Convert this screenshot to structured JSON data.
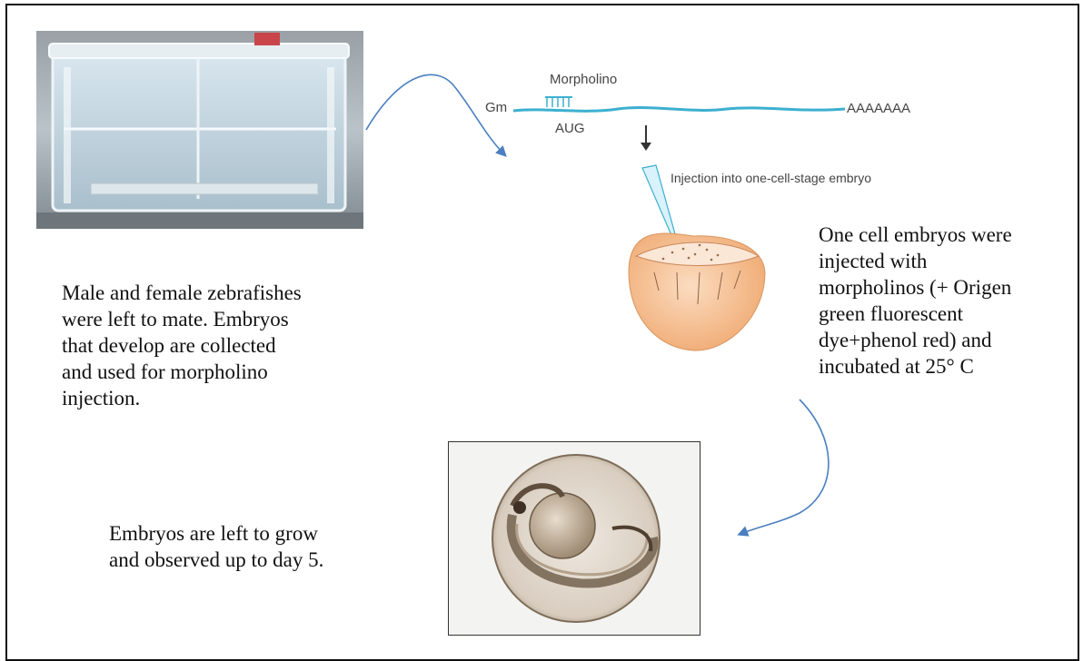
{
  "labels": {
    "morpholino": "Morpholino",
    "cap": "Gm",
    "poly_a": "AAAAAAA",
    "aug": "AUG",
    "injection": "Injection into one-cell-stage embryo"
  },
  "texts": {
    "mating": "Male and female zebrafishes\nwere left to mate. Embryos\nthat develop are collected\nand used for morpholino\ninjection.",
    "injected": "One cell embryos were\ninjected with\nmorpholinos (+ Origen\ngreen fluorescent\ndye+phenol red) and\nincubated at 25° C",
    "grow": "Embryos are left to grow\nand observed up to day 5."
  },
  "colors": {
    "mrna": "#3cb0d0",
    "arrow": "#4a7fc0",
    "embryo_fill": "#f6c39a",
    "embryo_edge": "#d8965e"
  }
}
